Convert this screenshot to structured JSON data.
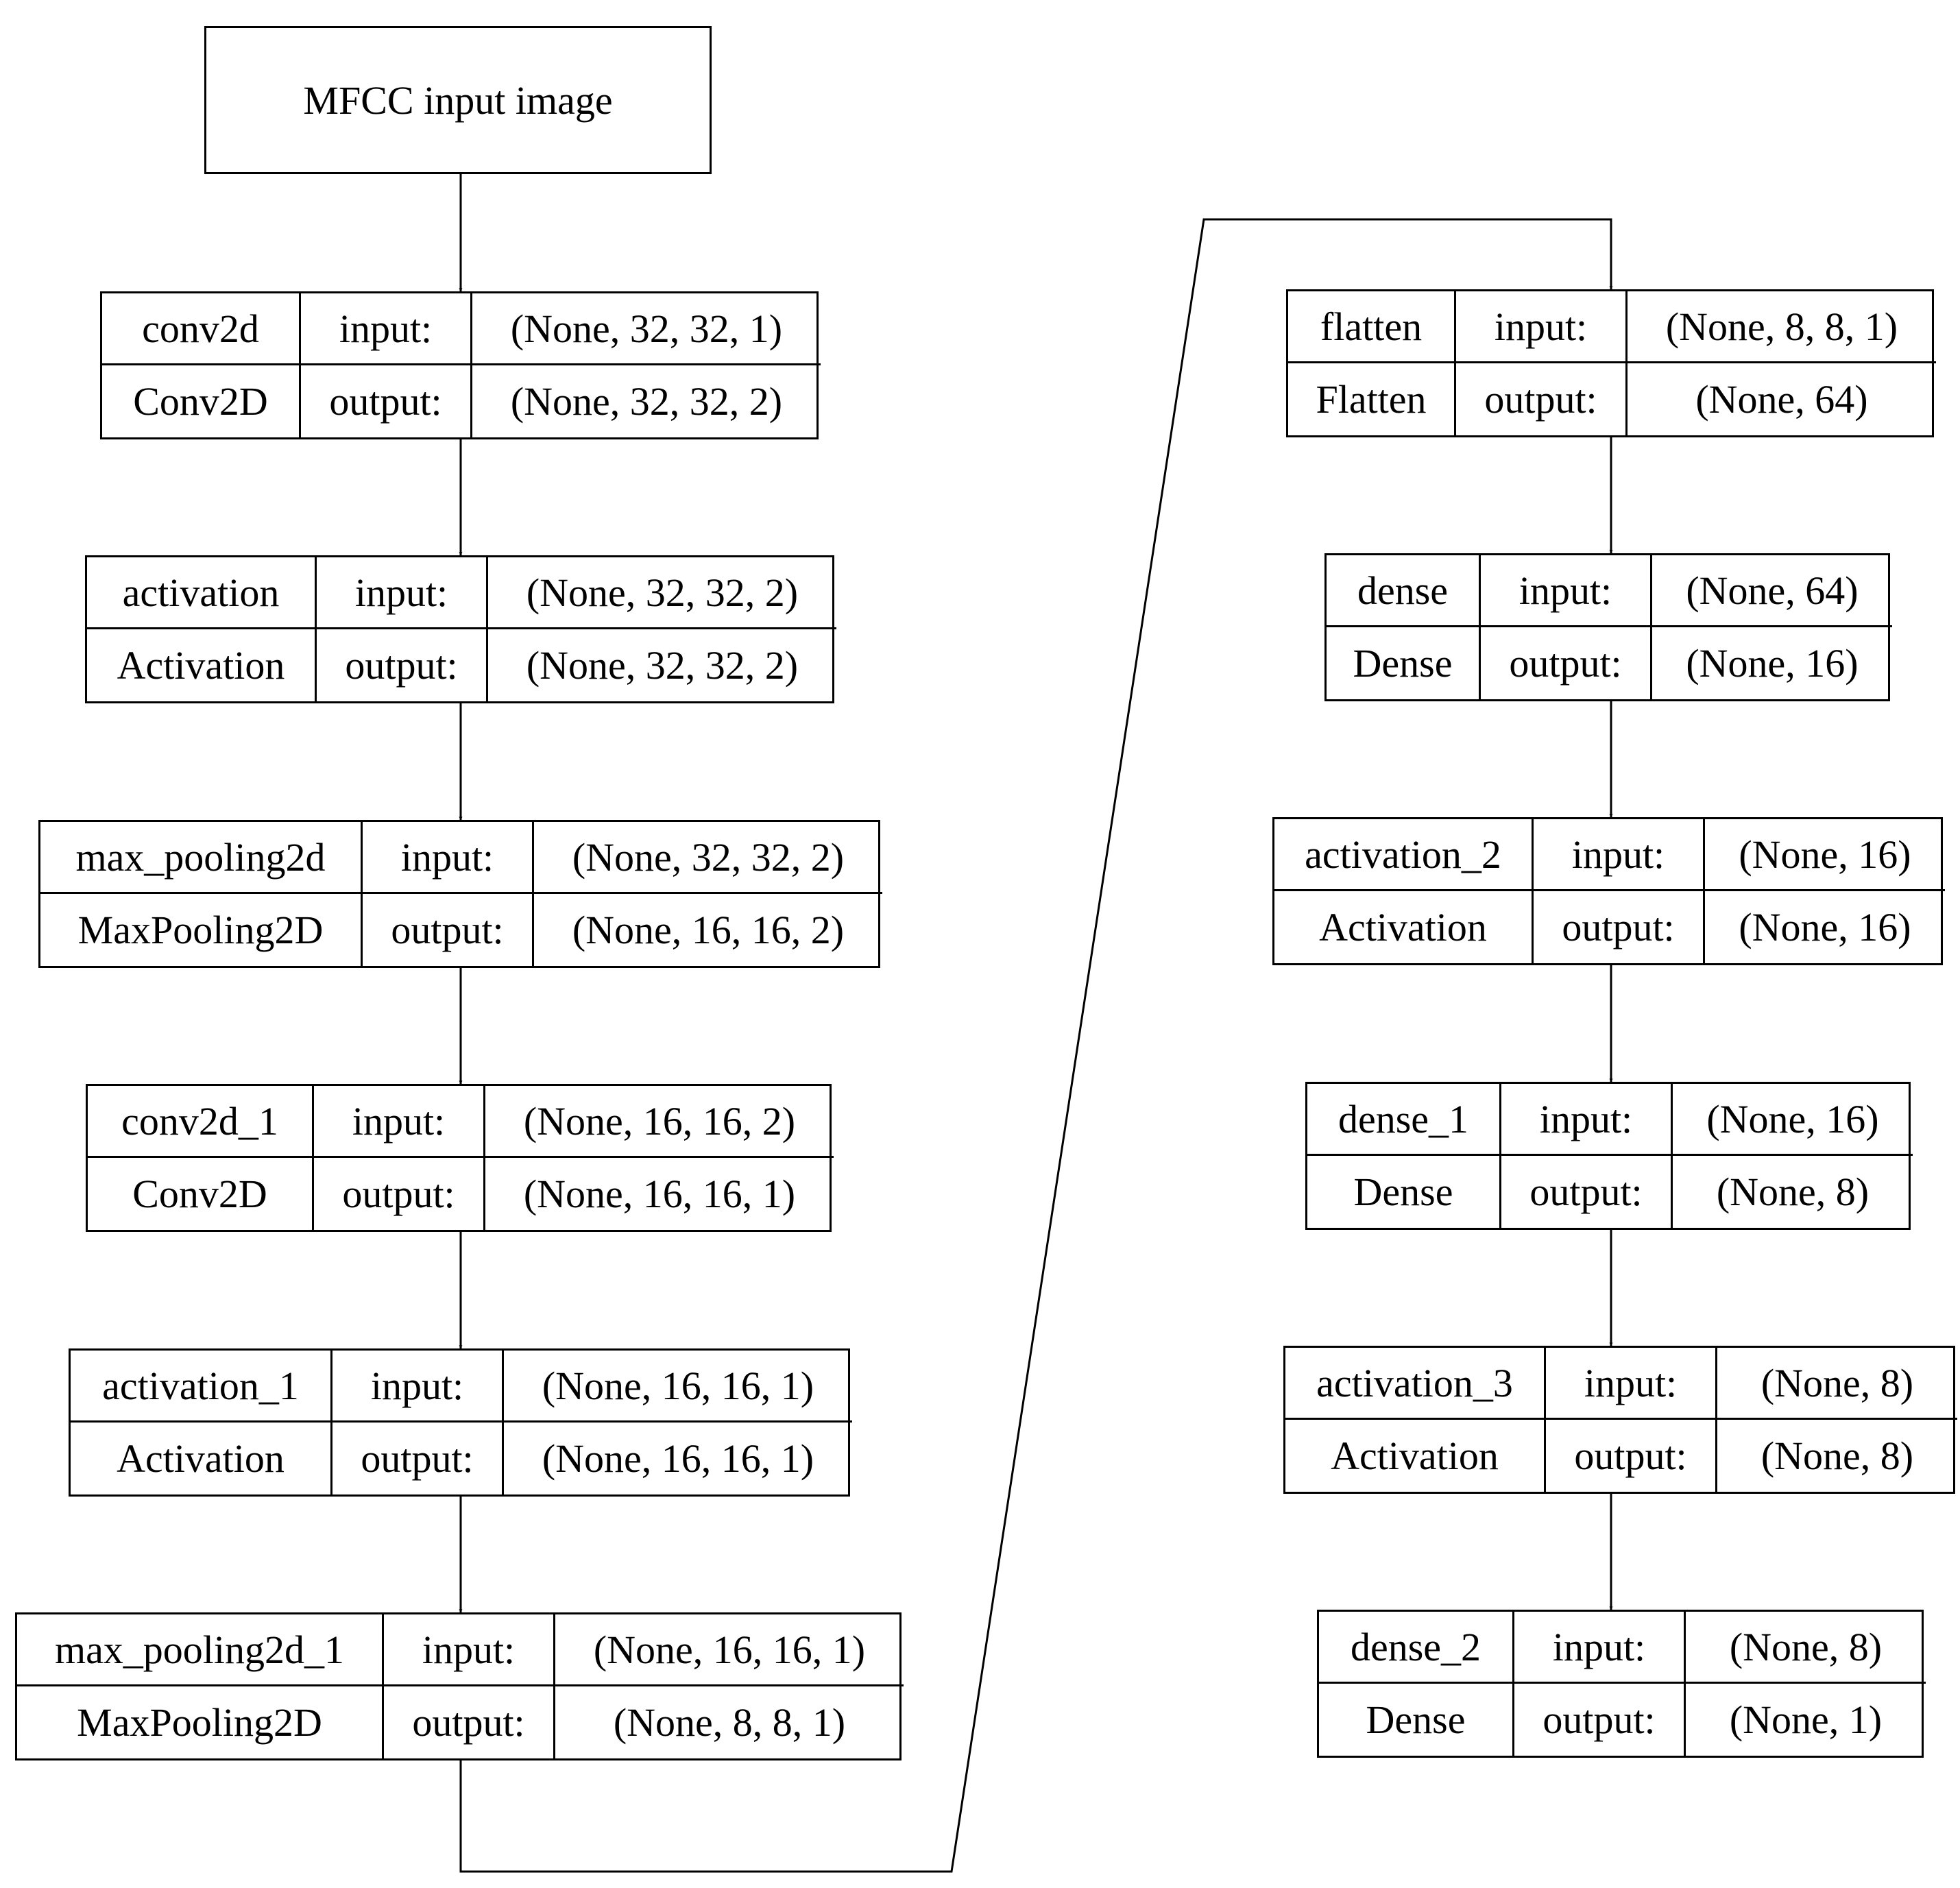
{
  "input_node": {
    "label": "MFCC input image"
  },
  "port_labels": {
    "input": "input:",
    "output": "output:"
  },
  "layers": [
    {
      "name": "conv2d",
      "type": "Conv2D",
      "input_shape": "(None, 32, 32, 1)",
      "output_shape": "(None, 32, 32, 2)"
    },
    {
      "name": "activation",
      "type": "Activation",
      "input_shape": "(None, 32, 32, 2)",
      "output_shape": "(None, 32, 32, 2)"
    },
    {
      "name": "max_pooling2d",
      "type": "MaxPooling2D",
      "input_shape": "(None, 32, 32, 2)",
      "output_shape": "(None, 16, 16, 2)"
    },
    {
      "name": "conv2d_1",
      "type": "Conv2D",
      "input_shape": "(None, 16, 16, 2)",
      "output_shape": "(None, 16, 16, 1)"
    },
    {
      "name": "activation_1",
      "type": "Activation",
      "input_shape": "(None, 16, 16, 1)",
      "output_shape": "(None, 16, 16, 1)"
    },
    {
      "name": "max_pooling2d_1",
      "type": "MaxPooling2D",
      "input_shape": "(None, 16, 16, 1)",
      "output_shape": "(None, 8, 8, 1)"
    },
    {
      "name": "flatten",
      "type": "Flatten",
      "input_shape": "(None, 8, 8, 1)",
      "output_shape": "(None, 64)"
    },
    {
      "name": "dense",
      "type": "Dense",
      "input_shape": "(None, 64)",
      "output_shape": "(None, 16)"
    },
    {
      "name": "activation_2",
      "type": "Activation",
      "input_shape": "(None, 16)",
      "output_shape": "(None, 16)"
    },
    {
      "name": "dense_1",
      "type": "Dense",
      "input_shape": "(None, 16)",
      "output_shape": "(None, 8)"
    },
    {
      "name": "activation_3",
      "type": "Activation",
      "input_shape": "(None, 8)",
      "output_shape": "(None, 8)"
    },
    {
      "name": "dense_2",
      "type": "Dense",
      "input_shape": "(None, 8)",
      "output_shape": "(None, 1)"
    }
  ]
}
